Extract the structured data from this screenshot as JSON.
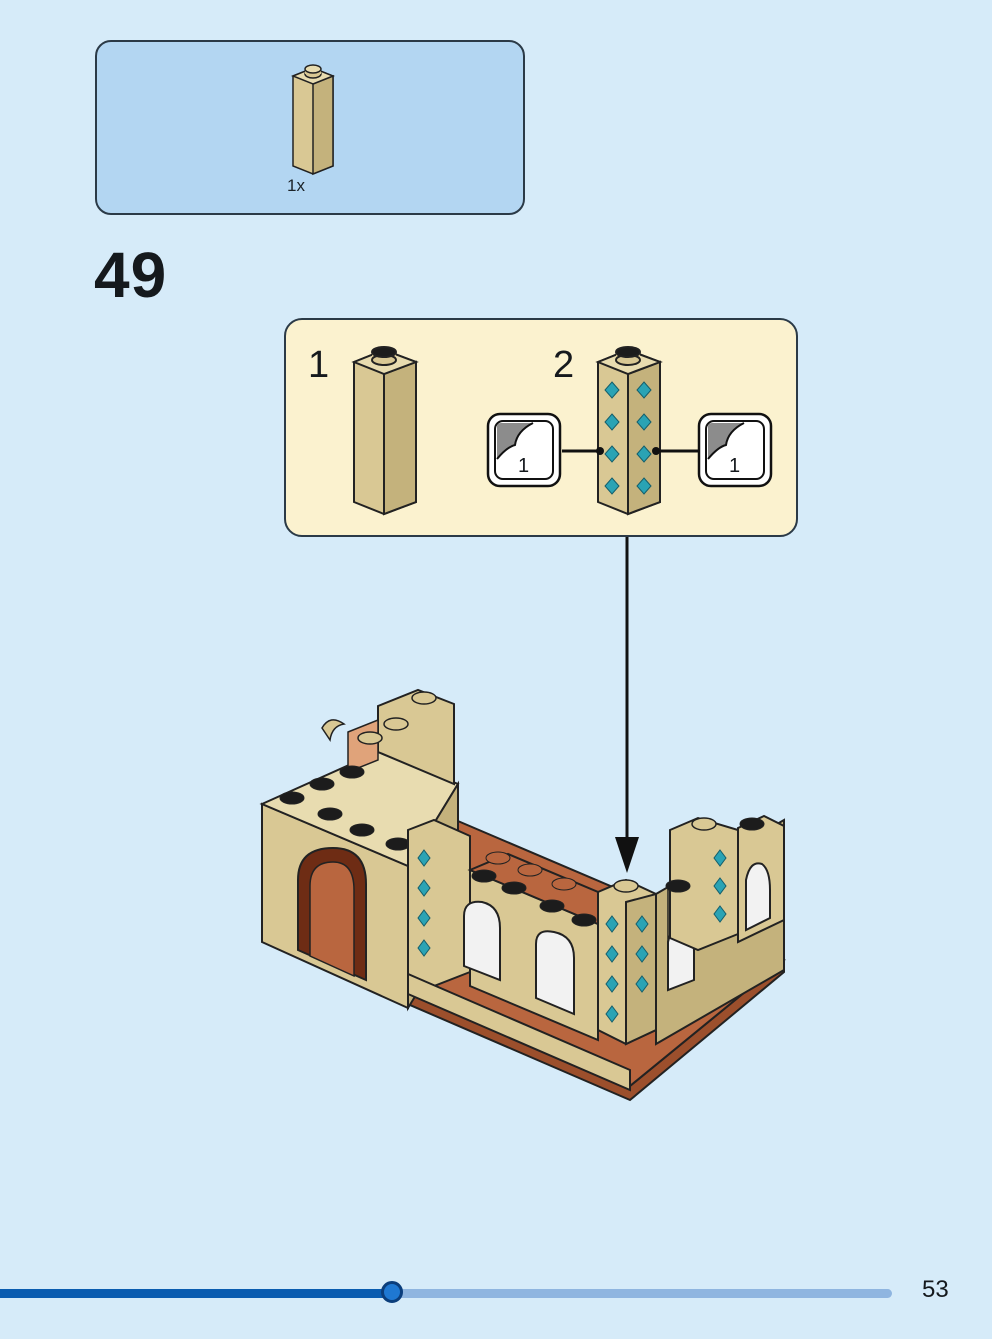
{
  "parts_list": {
    "items": [
      {
        "icon": "tan-1x1x3-brick-icon",
        "quantity": "1x"
      }
    ]
  },
  "step": {
    "number": "49"
  },
  "sub_assembly": {
    "steps": [
      {
        "number": "1"
      },
      {
        "number": "2"
      }
    ],
    "stickers": [
      {
        "number": "1"
      },
      {
        "number": "1"
      }
    ]
  },
  "progress": {
    "fraction": 0.44
  },
  "page": {
    "number": "53"
  },
  "colors": {
    "background": "#d6ebf9",
    "parts_box": "#b3d6f2",
    "sub_box": "#fbf2cf",
    "tan": "#d9c894",
    "reddish_brown": "#b9663f",
    "teal_print": "#2aa3b4",
    "progress": "#0a5cb0"
  }
}
